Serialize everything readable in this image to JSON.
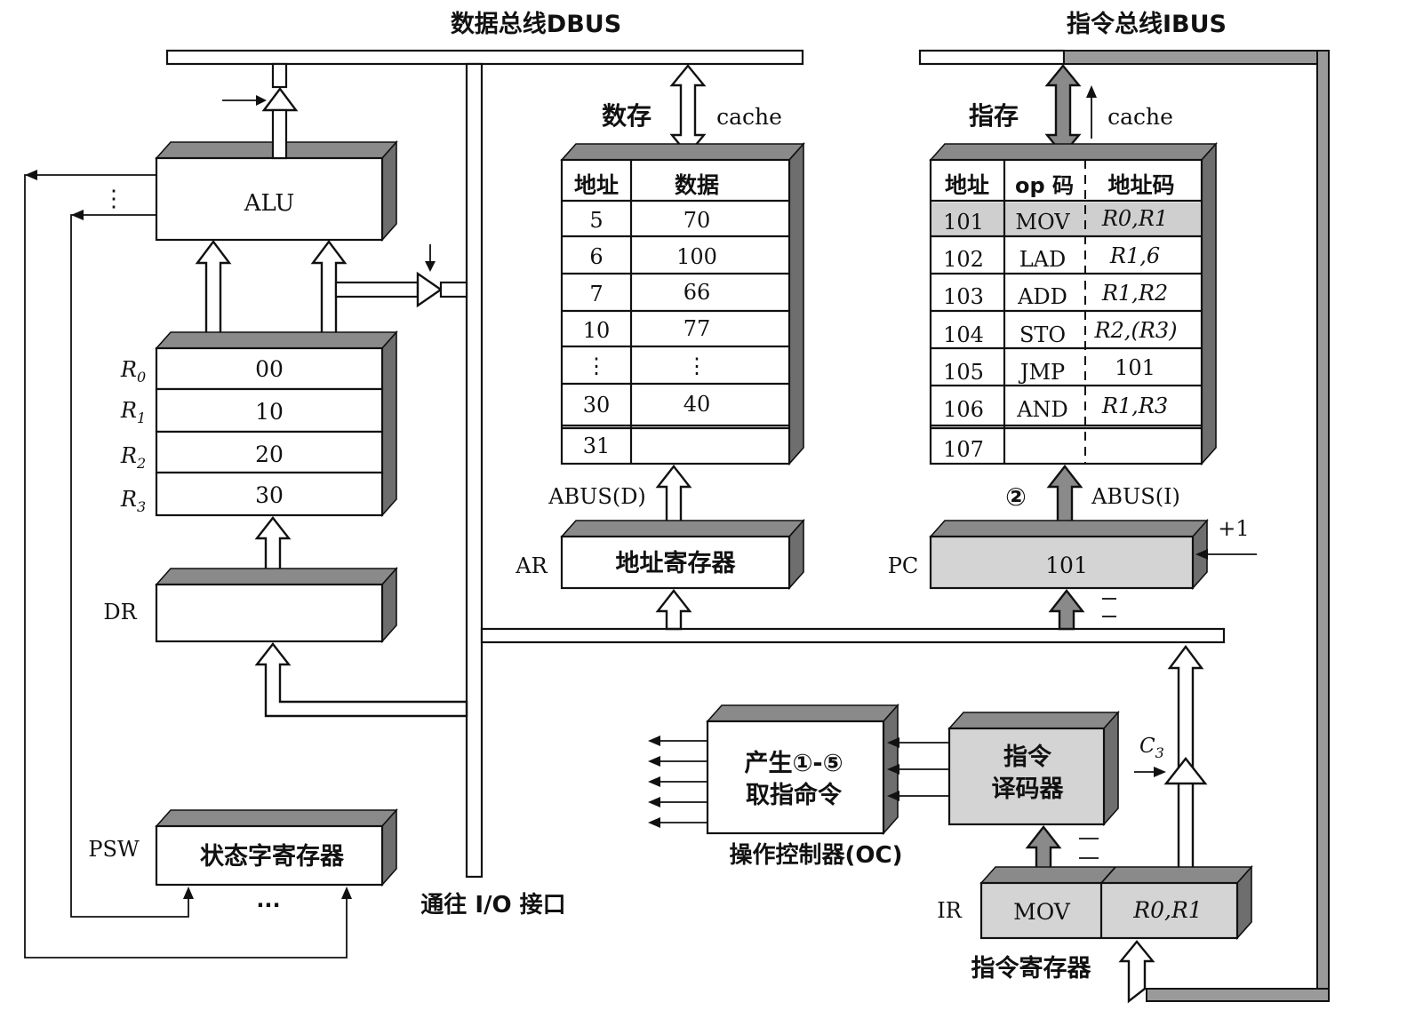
{
  "bus": {
    "dbus": "数据总线DBUS",
    "ibus": "指令总线IBUS",
    "abus_d": "ABUS(D)",
    "abus_i": "ABUS(I)",
    "io": "通往 I/O 接口"
  },
  "cache": {
    "data_label": "数存",
    "data_cache": "cache",
    "inst_label": "指存",
    "inst_cache": "cache"
  },
  "alu": {
    "label": "ALU",
    "dots": "⋮"
  },
  "registers": {
    "names": [
      "R0",
      "R1",
      "R2",
      "R3"
    ],
    "values": [
      "00",
      "10",
      "20",
      "30"
    ]
  },
  "dr": {
    "label": "DR"
  },
  "psw": {
    "label": "PSW",
    "text": "状态字寄存器",
    "dots": "···"
  },
  "data_mem": {
    "headers": [
      "地址",
      "数据"
    ],
    "rows": [
      [
        "5",
        "70"
      ],
      [
        "6",
        "100"
      ],
      [
        "7",
        "66"
      ],
      [
        "10",
        "77"
      ],
      [
        "⋮",
        "⋮"
      ],
      [
        "30",
        "40"
      ],
      [
        "31",
        ""
      ]
    ]
  },
  "inst_mem": {
    "headers": [
      "地址",
      "op 码",
      "地址码"
    ],
    "rows": [
      [
        "101",
        "MOV",
        "R0,R1"
      ],
      [
        "102",
        "LAD",
        "R1,6"
      ],
      [
        "103",
        "ADD",
        "R1,R2"
      ],
      [
        "104",
        "STO",
        "R2,(R3)"
      ],
      [
        "105",
        "JMP",
        "101"
      ],
      [
        "106",
        "AND",
        "R1,R3"
      ],
      [
        "107",
        "",
        ""
      ]
    ]
  },
  "ar": {
    "label": "AR",
    "text": "地址寄存器"
  },
  "pc": {
    "label": "PC",
    "value": "101",
    "inc": "+1",
    "step": "②"
  },
  "oc": {
    "line1": "产生①-⑤",
    "line2": "取指命令",
    "caption": "操作控制器(OC)"
  },
  "decoder": {
    "line1": "指令",
    "line2": "译码器"
  },
  "ir": {
    "label": "IR",
    "op": "MOV",
    "addr": "R0,R1",
    "caption": "指令寄存器",
    "c3": "C3"
  }
}
